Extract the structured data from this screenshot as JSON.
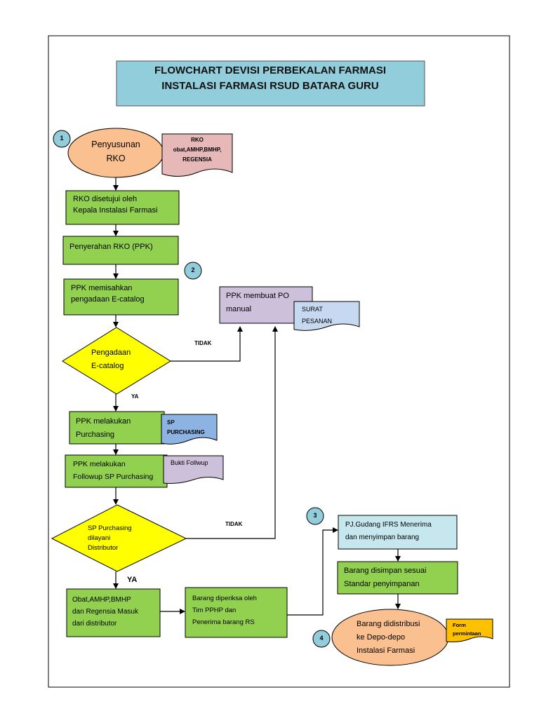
{
  "title": {
    "line1": "FLOWCHART  DEVISI PERBEKALAN FARMASI",
    "line2": "INSTALASI FARMASI RSUD BATARA GURU"
  },
  "markers": [
    "1",
    "2",
    "3",
    "4"
  ],
  "nodes": {
    "penyusunan_rko": [
      "Penyusunan",
      "RKO"
    ],
    "rko_disetujui": [
      "RKO disetujui oleh",
      "Kepala Instalasi Farmasi"
    ],
    "penyerahan_rko": [
      "Penyerahan RKO  (PPK)"
    ],
    "ppk_memisahkan": [
      "PPK memisahkan",
      "pengadaan E-catalog"
    ],
    "pengadaan_ecatalog": [
      "Pengadaan",
      "E-catalog"
    ],
    "ppk_po_manual": [
      "PPK membuat PO",
      "manual"
    ],
    "ppk_purchasing": [
      "PPK melakukan",
      "Purchasing"
    ],
    "ppk_followup": [
      "PPK  melakukan",
      "Followup SP Purchasing"
    ],
    "sp_dilayani": [
      "SP Purchasing",
      "dilayani",
      "Distributor"
    ],
    "obat_masuk": [
      "Obat,AMHP,BMHP",
      "dan Regensia Masuk",
      "dari distributor"
    ],
    "barang_diperiksa": [
      "Barang diperiksa oleh",
      "Tim PPHP dan",
      "Penerima barang RS"
    ],
    "pj_gudang": [
      "PJ.Gudang IFRS Menerima",
      "dan menyimpan  barang"
    ],
    "barang_disimpan": [
      "Barang disimpan sesuai",
      "Standar penyimpanan"
    ],
    "barang_didistribusi": [
      "Barang didistribusi",
      "ke Depo-depo",
      "Instalasi Farmasi"
    ]
  },
  "documents": {
    "rko_doc": [
      "RKO",
      "obat,AMHP,BMHP,",
      "REGENSIA"
    ],
    "surat_pesanan": [
      "SURAT",
      "PESANAN"
    ],
    "sp_purchasing": [
      "SP",
      "PURCHASING"
    ],
    "bukti_followup": [
      "Bukti Follwup"
    ],
    "form_permintaan": [
      "Form",
      "permintaan"
    ]
  },
  "edge_labels": {
    "tidak_1": "TIDAK",
    "ya_1": "YA",
    "tidak_2": "TIDAK",
    "ya_2": "YA"
  },
  "colors": {
    "green": "#92d050",
    "title_blue": "#92cddc",
    "orange": "#fac090",
    "pink": "#e6b9b8",
    "purple": "#ccc0da",
    "light_blue": "#c6d9f1",
    "sp_blue": "#8db3e2",
    "yellow": "#ffff00",
    "gold": "#ffc000",
    "marker_blue": "#92cddc"
  }
}
